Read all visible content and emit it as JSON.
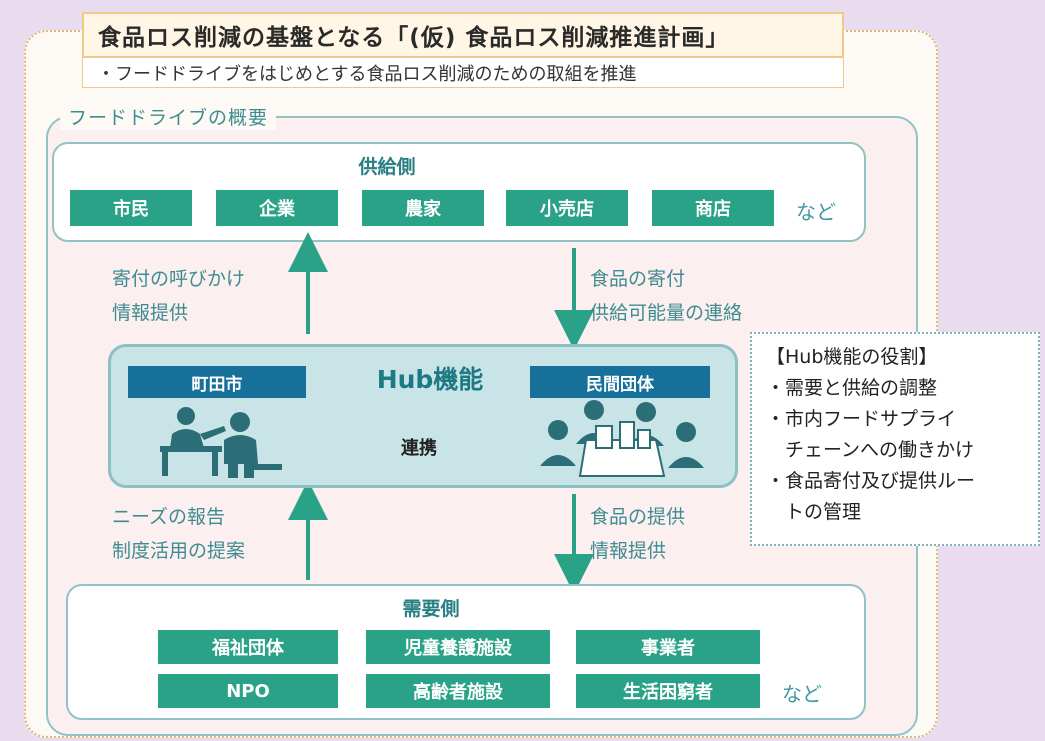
{
  "title": "食品ロス削減の基盤となる「(仮) 食品ロス削減推進計画」",
  "subtitle": "・フードドライブをはじめとする食品ロス削減のための取組を推進",
  "overview_label": "フードドライブの概要",
  "supply": {
    "title": "供給側",
    "items": [
      "市民",
      "企業",
      "農家",
      "小売店",
      "商店"
    ],
    "etc": "など"
  },
  "flows": {
    "left_upper": [
      "寄付の呼びかけ",
      "情報提供"
    ],
    "right_upper": [
      "食品の寄付",
      "供給可能量の連絡"
    ],
    "left_lower": [
      "ニーズの報告",
      "制度活用の提案"
    ],
    "right_lower": [
      "食品の提供",
      "情報提供"
    ]
  },
  "hub": {
    "title": "Hub機能",
    "left_label": "町田市",
    "right_label": "民間団体",
    "collab": "連携"
  },
  "role_box": {
    "heading": "【Hub機能の役割】",
    "lines": [
      "・需要と供給の調整",
      "・市内フードサプライ",
      "　チェーンへの働きかけ",
      "・食品寄付及び提供ルー",
      "　トの管理"
    ]
  },
  "demand": {
    "title": "需要側",
    "items": [
      "福祉団体",
      "児童養護施設",
      "事業者",
      "NPO",
      "高齢者施設",
      "生活困窮者"
    ],
    "etc": "など"
  },
  "colors": {
    "teal_pill": "#2aa287",
    "blue_label": "#16709a",
    "hub_fill": "#c8e4e6",
    "title_border": "#f0c887"
  },
  "icons": [
    "people-consulting-icon",
    "group-with-food-box-icon",
    "double-arrow-icon"
  ]
}
